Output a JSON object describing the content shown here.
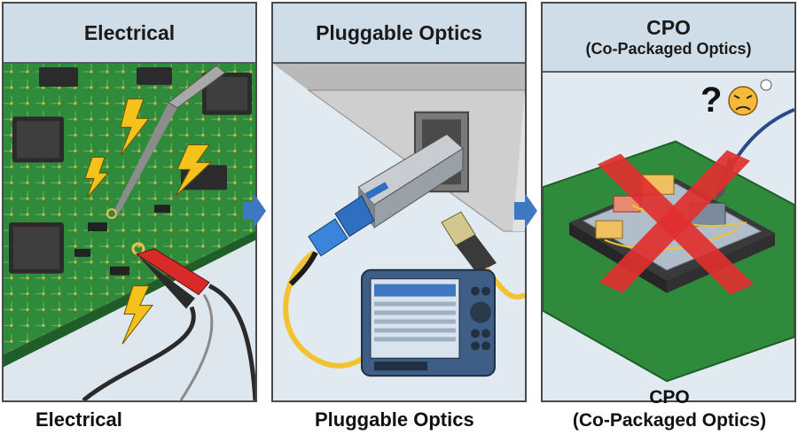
{
  "panels": [
    {
      "title": "Electrical",
      "subtitle": ""
    },
    {
      "title": "Pluggable Optics",
      "subtitle": ""
    },
    {
      "title": "CPO",
      "subtitle": "(Co-Packaged Optics)"
    }
  ],
  "captions": {
    "electrical": "Electrical",
    "pluggable": "Pluggable Optics",
    "cpo": "CPO",
    "cpo_sub": "(Co-Packaged Optics)"
  },
  "annotations": {
    "question_mark": "?"
  },
  "colors": {
    "header_bg": "#cfdde8",
    "pcb_green": "#2f8a3c",
    "arrow_blue": "#3f78c2",
    "lightning_yellow": "#f4c21b",
    "cross_red": "#e02f2f",
    "fiber_yellow": "#f2c230",
    "connector_blue": "#2f6fc0"
  },
  "icons": [
    "lightning-icon",
    "probe-icon",
    "alligator-clip-icon",
    "sfp-module-icon",
    "optical-tester-icon",
    "chip-package-icon",
    "red-cross-icon",
    "frustrated-face-icon"
  ]
}
